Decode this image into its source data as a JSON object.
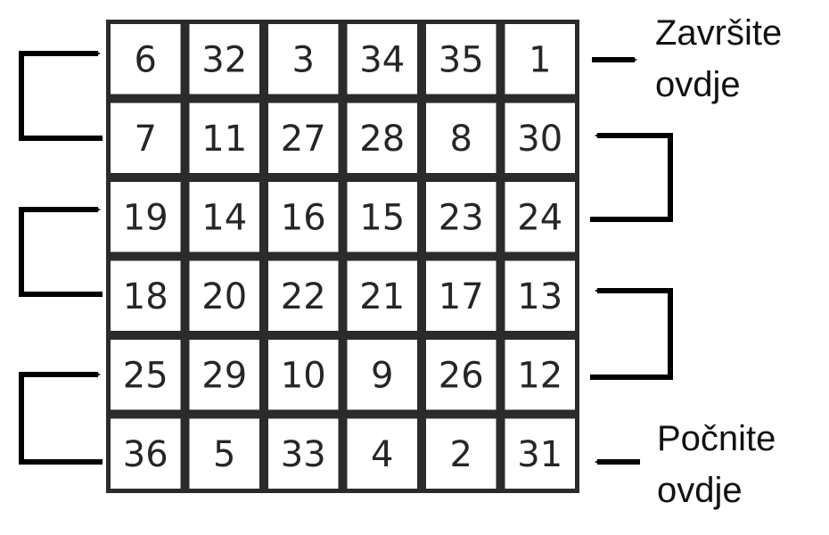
{
  "grid": {
    "rows": [
      [
        6,
        32,
        3,
        34,
        35,
        1
      ],
      [
        7,
        11,
        27,
        28,
        8,
        30
      ],
      [
        19,
        14,
        16,
        15,
        23,
        24
      ],
      [
        18,
        20,
        22,
        21,
        17,
        13
      ],
      [
        25,
        29,
        10,
        9,
        26,
        12
      ],
      [
        36,
        5,
        33,
        4,
        2,
        31
      ]
    ]
  },
  "labels": {
    "end_line1": "Završite",
    "end_line2": "ovdje",
    "start_line1": "Počnite",
    "start_line2": "ovdje"
  },
  "colors": {
    "grid_line": "#2b2b2b",
    "arrow": "#000000",
    "text": "#262626"
  },
  "icons": {
    "path_arrow": "arrow-right-icon"
  }
}
